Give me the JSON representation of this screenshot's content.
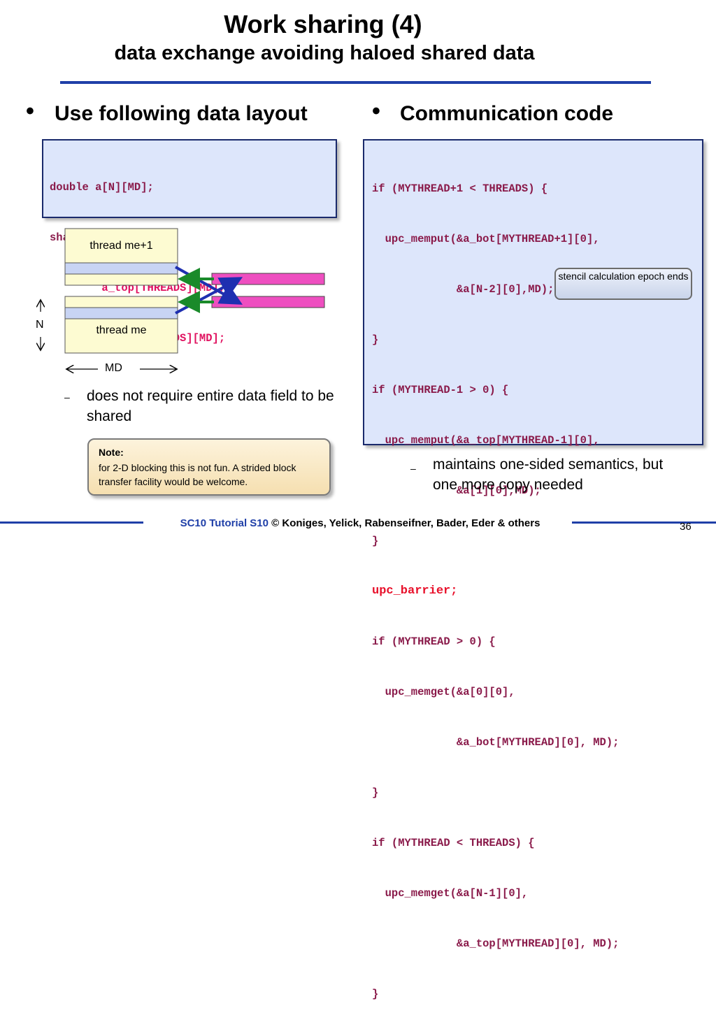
{
  "title": {
    "main": "Work sharing (4)",
    "sub": "data exchange avoiding haloed shared data"
  },
  "left": {
    "bullet": "Use following data layout",
    "code": [
      {
        "text": "double a[N][MD];",
        "style": "normal"
      },
      {
        "text": "shared [*] double",
        "style": "normal"
      },
      {
        "text": "        a_top[THREADS][MD],",
        "style": "hl"
      },
      {
        "text": "        a_bot[THREADS][MD];",
        "style": "hl"
      }
    ],
    "diagram": {
      "upper_label": "thread me+1",
      "lower_label": "thread me",
      "n_label": "N",
      "md_label": "MD"
    },
    "sub_dash": "–",
    "sub_text": "does not require entire data field to be shared",
    "note": {
      "title": "Note:",
      "body": "for 2-D blocking this is not fun. A strided block transfer facility would be welcome."
    }
  },
  "right": {
    "bullet": "Communication code",
    "code": [
      "if (MYTHREAD+1 < THREADS) {",
      "  upc_memput(&a_bot[MYTHREAD+1][0],",
      "             &a[N-2][0],MD);",
      "}",
      "if (MYTHREAD-1 > 0) {",
      "  upc_memput(&a_top[MYTHREAD-1][0],",
      "             &a[1][0],MD);",
      "}",
      "upc_barrier;",
      "if (MYTHREAD > 0) {",
      "  upc_memget(&a[0][0],",
      "             &a_bot[MYTHREAD][0], MD);",
      "}",
      "if (MYTHREAD < THREADS) {",
      "  upc_memget(&a[N-1][0],",
      "             &a_top[MYTHREAD][0], MD);",
      "}"
    ],
    "barrier_line_index": 8,
    "callout": "stencil calculation epoch ends",
    "sub_dash": "–",
    "sub_text": "maintains one-sided semantics, but one more copy needed"
  },
  "footer": {
    "tutorial": "SC10 Tutorial S10",
    "authors": "© Koniges, Yelick, Rabenseifner, Bader, Eder & others",
    "page": "36"
  },
  "colors": {
    "accent_blue": "#1f3fa8",
    "code_text": "#8a1a4a",
    "code_highlight": "#e0115f",
    "barrier": "#e8102a",
    "pink_buffer": "#ee4fc0",
    "cream_cell": "#fdfbd2",
    "halo_cell": "#c8d4f4"
  },
  "icons": {
    "bullet": "bullet-dot",
    "arrows": [
      "arrow-up-icon",
      "arrow-down-icon",
      "arrow-left-icon",
      "arrow-right-icon"
    ]
  }
}
